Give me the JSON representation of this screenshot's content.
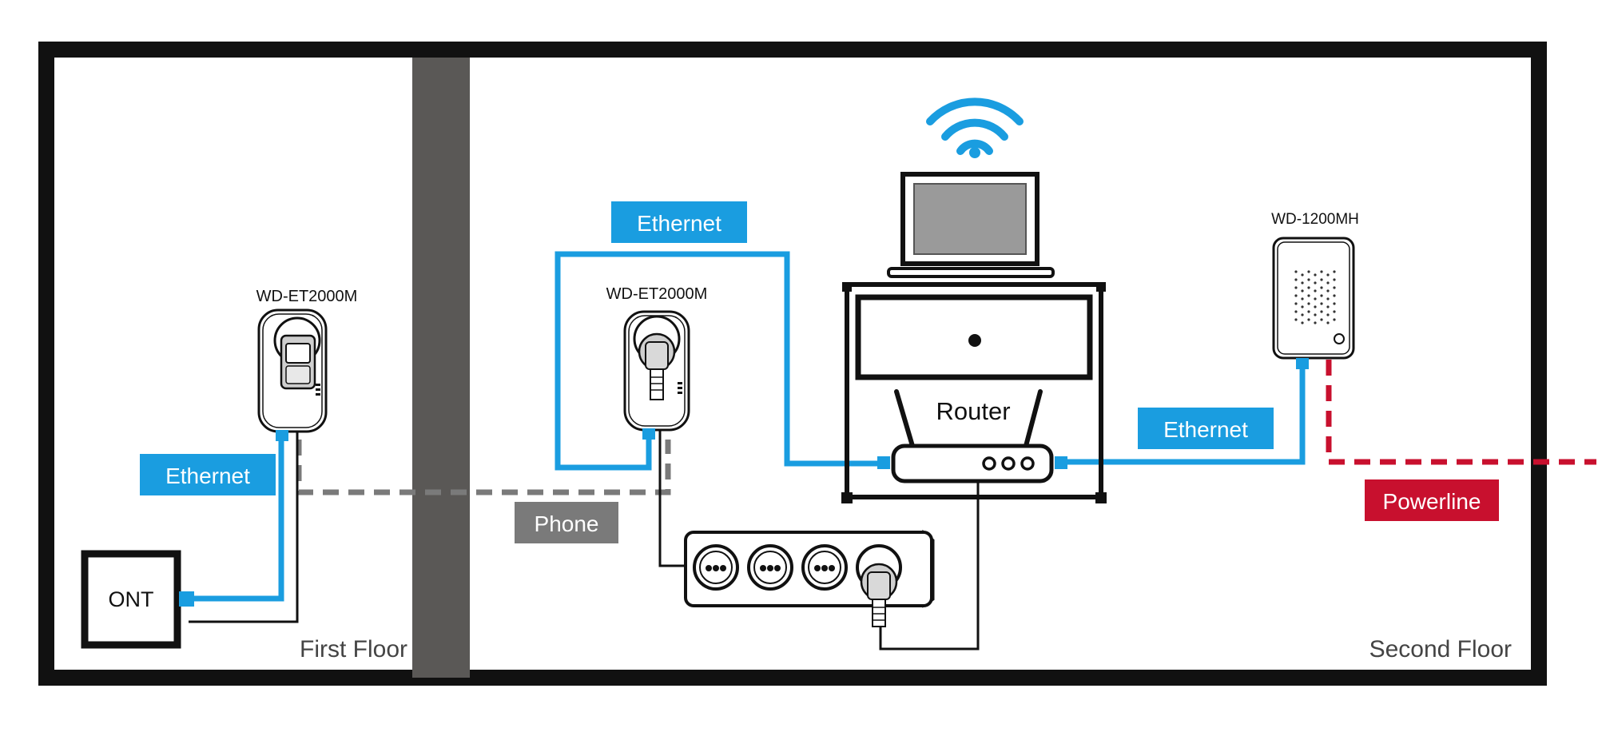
{
  "floors": {
    "first": "First Floor",
    "second": "Second Floor"
  },
  "devices": {
    "adapter_left": "WD-ET2000M",
    "adapter_middle": "WD-ET2000M",
    "adapter_right": "WD-1200MH",
    "ont": "ONT",
    "router": "Router"
  },
  "labels": {
    "ethernet_left": "Ethernet",
    "ethernet_top": "Ethernet",
    "ethernet_right": "Ethernet",
    "phone": "Phone",
    "powerline": "Powerline"
  },
  "colors": {
    "ethernet": "#1a9de0",
    "phone": "#7a7a7a",
    "powerline": "#c8102e",
    "frame": "#111111",
    "wall": "#5a5856",
    "screen": "#9a9a9a"
  }
}
